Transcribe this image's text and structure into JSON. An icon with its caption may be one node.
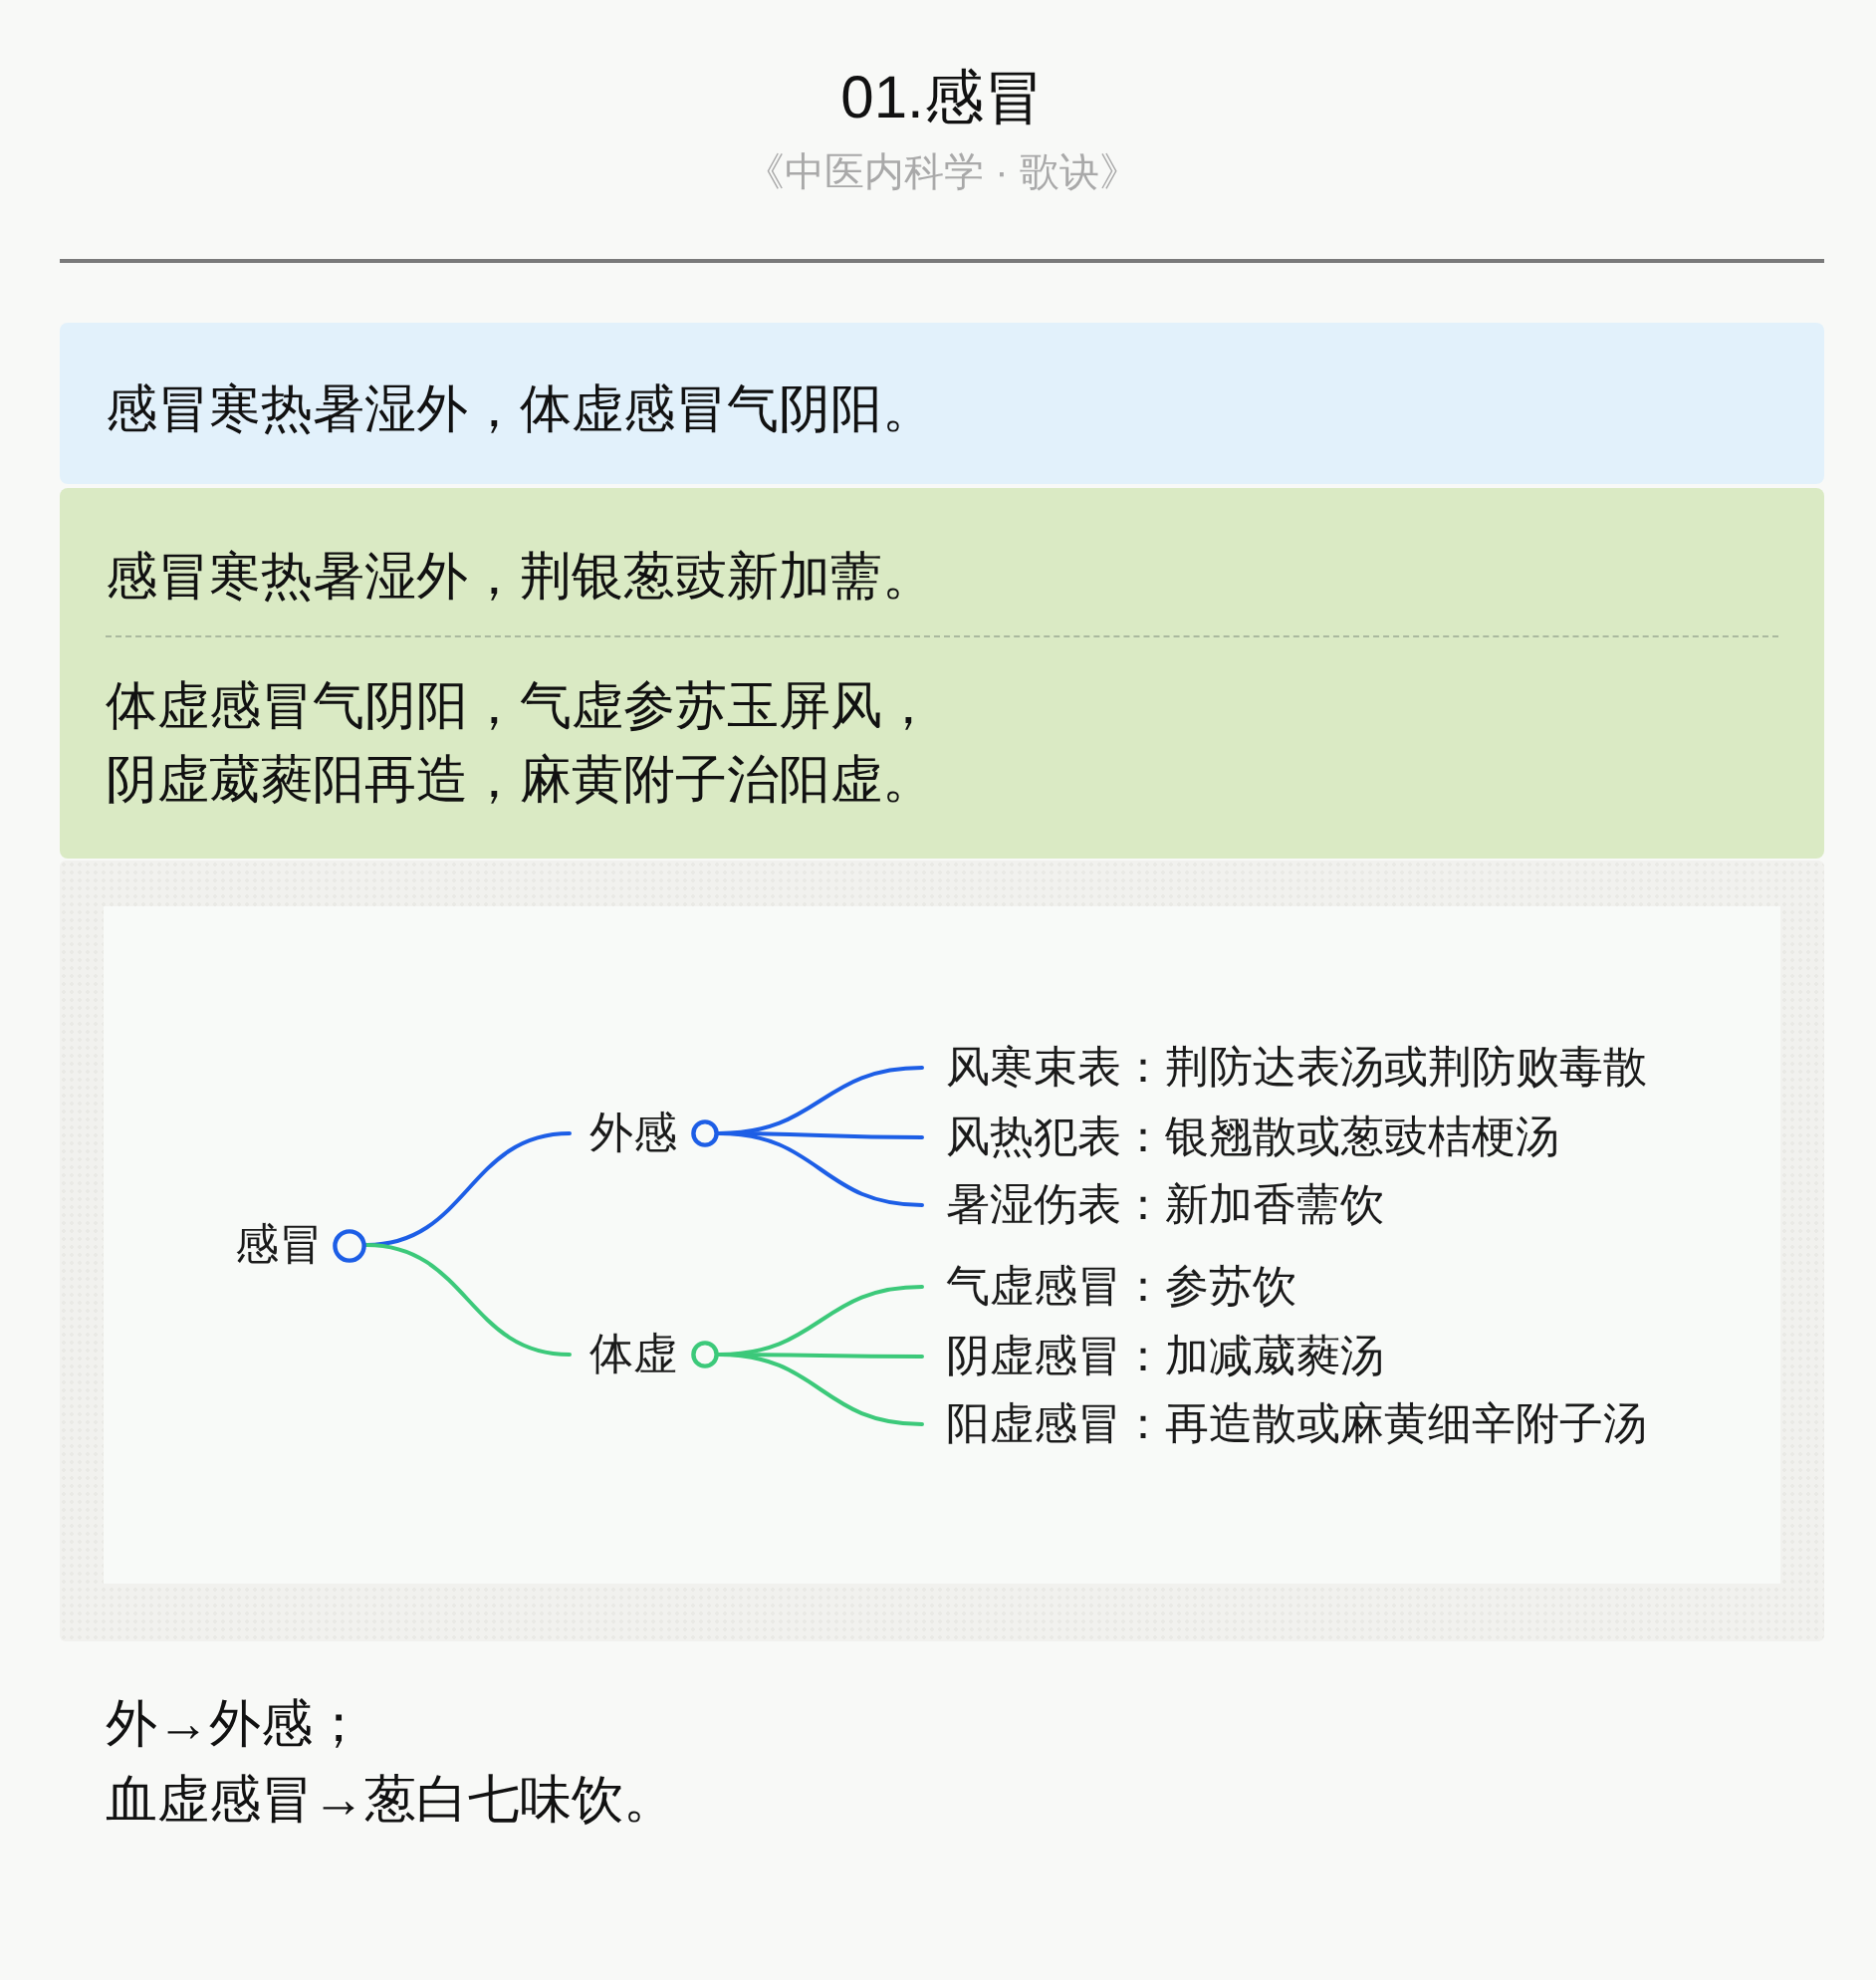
{
  "diagram": {
    "title": "01.感冒",
    "nodes": [
      {
        "text": [
          "感冒寒热暑湿外，体虚感冒气阴阳。"
        ]
      },
      {
        "text": [
          "感冒寒热暑湿外，荆银葱豉新加薷。",
          "体虚感冒气阴阳，气虚参苏玉屏风，阴虚葳蕤阳再造，麻黄附子治阳虚。"
        ]
      },
      {
        "text": [
          "感冒"
        ]
      },
      {
        "text": [
          "外感"
        ]
      },
      {
        "text": [
          "风寒束表：荆防达表汤或荆防败毒散"
        ]
      },
      {
        "text": [
          "风热犯表：银翘散或葱豉桔梗汤"
        ]
      },
      {
        "text": [
          "暑湿伤表：新加香薷饮"
        ]
      },
      {
        "text": [
          "体虚"
        ]
      },
      {
        "text": [
          "气虚感冒：参苏饮"
        ]
      },
      {
        "text": [
          "阴虚感冒：加减葳蕤汤"
        ]
      },
      {
        "text": [
          "阳虚感冒：再造散或麻黄细辛附子汤"
        ]
      }
    ],
    "edges": [
      {
        "from": 2,
        "to": 3,
        "arrow": "none",
        "color": "#1d5ee6"
      },
      {
        "from": 3,
        "to": 4,
        "arrow": "none",
        "color": "#1d5ee6"
      },
      {
        "from": 3,
        "to": 5,
        "arrow": "none",
        "color": "#1d5ee6"
      },
      {
        "from": 3,
        "to": 6,
        "arrow": "none",
        "color": "#1d5ee6"
      },
      {
        "from": 2,
        "to": 7,
        "arrow": "none",
        "color": "#3cc97a"
      },
      {
        "from": 7,
        "to": 8,
        "arrow": "none",
        "color": "#3cc97a"
      },
      {
        "from": 7,
        "to": 9,
        "arrow": "none",
        "color": "#3cc97a"
      },
      {
        "from": 7,
        "to": 10,
        "arrow": "none",
        "color": "#3cc97a"
      }
    ],
    "labels": [
      "《中医内科学 · 歌诀》",
      "外→外感；",
      "血虚感冒→葱白七味饮。"
    ]
  }
}
